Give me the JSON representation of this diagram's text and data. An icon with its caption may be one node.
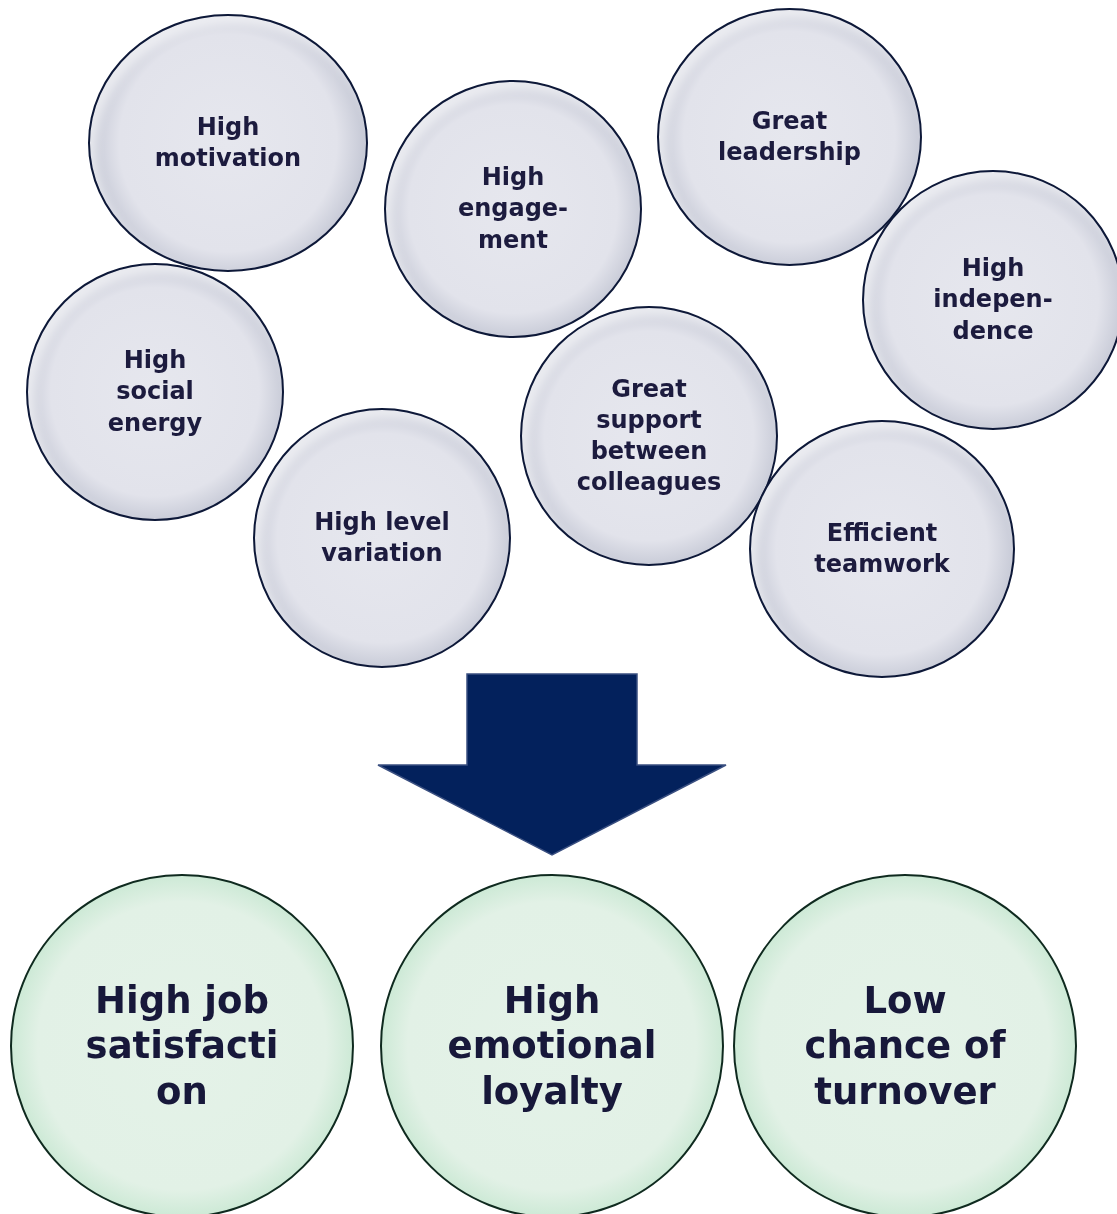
{
  "diagram": {
    "nodes": [
      {
        "text": [
          "High motivation"
        ]
      },
      {
        "text": [
          "High engage- ment"
        ]
      },
      {
        "text": [
          "Great leadership"
        ]
      },
      {
        "text": [
          "High indepen- dence"
        ]
      },
      {
        "text": [
          "High social energy"
        ]
      },
      {
        "text": [
          "Great support between colleagues"
        ]
      },
      {
        "text": [
          "High level variation"
        ]
      },
      {
        "text": [
          "Efficient teamwork"
        ]
      },
      {
        "text": [
          "High job satisfacti on"
        ]
      },
      {
        "text": [
          "High emotional loyalty"
        ]
      },
      {
        "text": [
          "Low chance of turnover"
        ]
      }
    ]
  }
}
